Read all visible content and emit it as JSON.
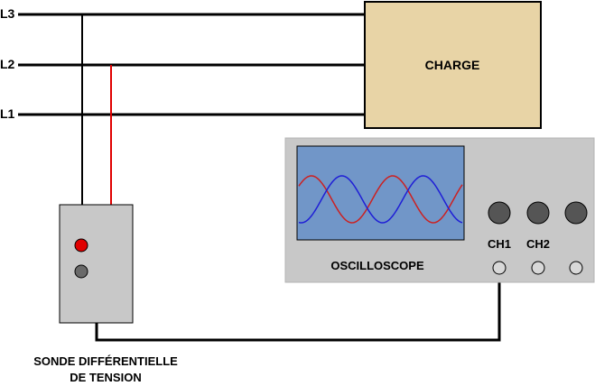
{
  "lines": [
    {
      "label": "L3"
    },
    {
      "label": "L2"
    },
    {
      "label": "L1"
    }
  ],
  "load": {
    "label": "CHARGE",
    "fill": "#e8d4a6"
  },
  "oscilloscope": {
    "label": "OSCILLOSCOPE",
    "body_color": "#c8c8c8",
    "screen_color": "#7196c8",
    "channels": [
      {
        "label": "CH1",
        "trace_color": "#cc2020"
      },
      {
        "label": "CH2",
        "trace_color": "#1f1fd6"
      }
    ]
  },
  "probe": {
    "label_line1": "SONDE DIFFÉRENTIELLE",
    "label_line2": "DE TENSION",
    "led_color": "#e00000",
    "wire_color": "#e00000"
  }
}
